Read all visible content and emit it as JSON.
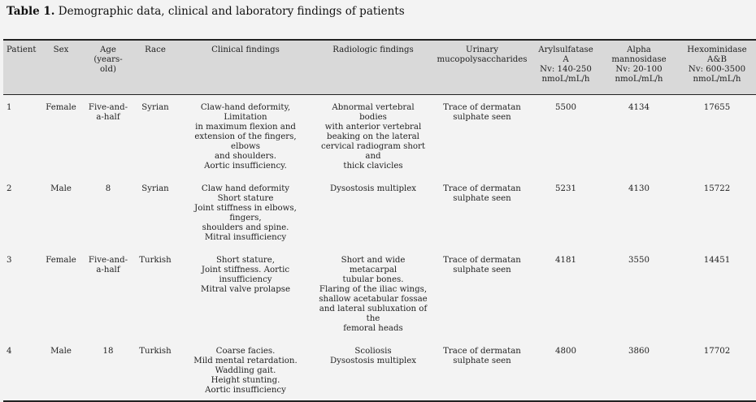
{
  "caption": {
    "label": "Table 1.",
    "text": " Demographic data, clinical and laboratory findings of patients"
  },
  "headers": [
    "Patient",
    "Sex",
    "Age\n(years-old)",
    "Race",
    "Clinical findings",
    "Radiologic findings",
    "Urinary\nmucopolysaccharides",
    "Arylsulfatase A\nNv: 140-250\nnmoL/mL/h",
    "Alpha mannosidase\nNv: 20-100\nnmoL/mL/h",
    "Hexominidase\nA&B\nNv: 600-3500\nnmoL/mL/h"
  ],
  "rows": [
    {
      "patient": "1",
      "sex": "Female",
      "age": "Five-and-\na-half",
      "race": "Syrian",
      "clinical": "Claw-hand deformity, Limitation\nin maximum flexion and\nextension of the fingers, elbows\nand shoulders.\nAortic insufficiency.",
      "radiologic": "Abnormal vertebral bodies\nwith anterior vertebral\nbeaking on the lateral\ncervical radiogram short and\nthick clavicles",
      "urinary": "Trace of dermatan\nsulphate seen",
      "arylsulfatase": "5500",
      "mannosidase": "4134",
      "hexominidase": "17655"
    },
    {
      "patient": "2",
      "sex": "Male",
      "age": "8",
      "race": "Syrian",
      "clinical": "Claw hand deformity\nShort stature\nJoint stiffness in elbows, fingers,\nshoulders and spine.\nMitral insufficiency",
      "radiologic": "Dysostosis multiplex",
      "urinary": "Trace of dermatan\nsulphate seen",
      "arylsulfatase": "5231",
      "mannosidase": "4130",
      "hexominidase": "15722"
    },
    {
      "patient": "3",
      "sex": "Female",
      "age": "Five-and-\na-half",
      "race": "Turkish",
      "clinical": "Short stature,\nJoint stiffness. Aortic\ninsufficiency\nMitral valve prolapse",
      "radiologic": "Short and wide metacarpal\ntubular bones.\nFlaring of the iliac wings,\nshallow acetabular fossae\nand lateral subluxation of the\nfemoral heads",
      "urinary": "Trace of dermatan\nsulphate seen",
      "arylsulfatase": "4181",
      "mannosidase": "3550",
      "hexominidase": "14451"
    },
    {
      "patient": "4",
      "sex": "Male",
      "age": "18",
      "race": "Turkish",
      "clinical": "Coarse facies.\nMild mental retardation.\nWaddling gait.\nHeight stunting.\nAortic insufficiency",
      "radiologic": "Scoliosis\nDysostosis multiplex",
      "urinary": "Trace of dermatan\nsulphate seen",
      "arylsulfatase": "4800",
      "mannosidase": "3860",
      "hexominidase": "17702"
    }
  ]
}
